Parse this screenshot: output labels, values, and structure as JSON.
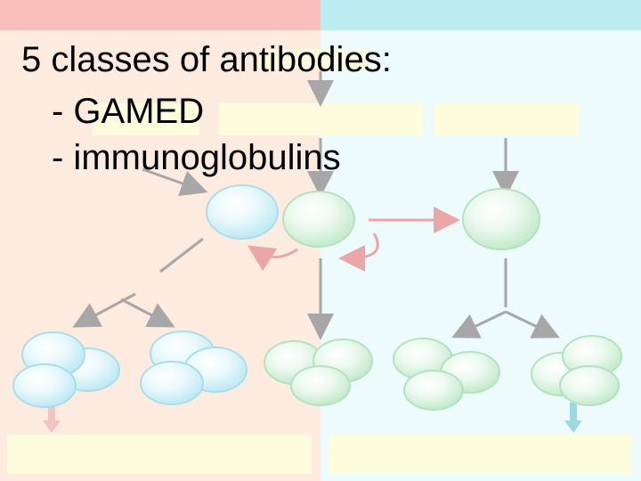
{
  "slide": {
    "title": "5 classes of antibodies:",
    "bullets": [
      "- GAMED",
      "- immunoglobulins"
    ]
  },
  "colors": {
    "left_panel": "#fde4d4",
    "left_band": "#f9a9a4",
    "right_panel": "#e8fafc",
    "right_band": "#a4e6ec",
    "label_box": "#fdfbd0",
    "blue_cell": "#bfeef7",
    "green_cell": "#ccefd0",
    "arrow": "#8a8a8a",
    "red_arrow": "#e58a8a",
    "blue_arrow": "#7ccbd7"
  },
  "icons": [
    "blue-cell-icon",
    "green-cell-icon",
    "arrow-icon"
  ]
}
